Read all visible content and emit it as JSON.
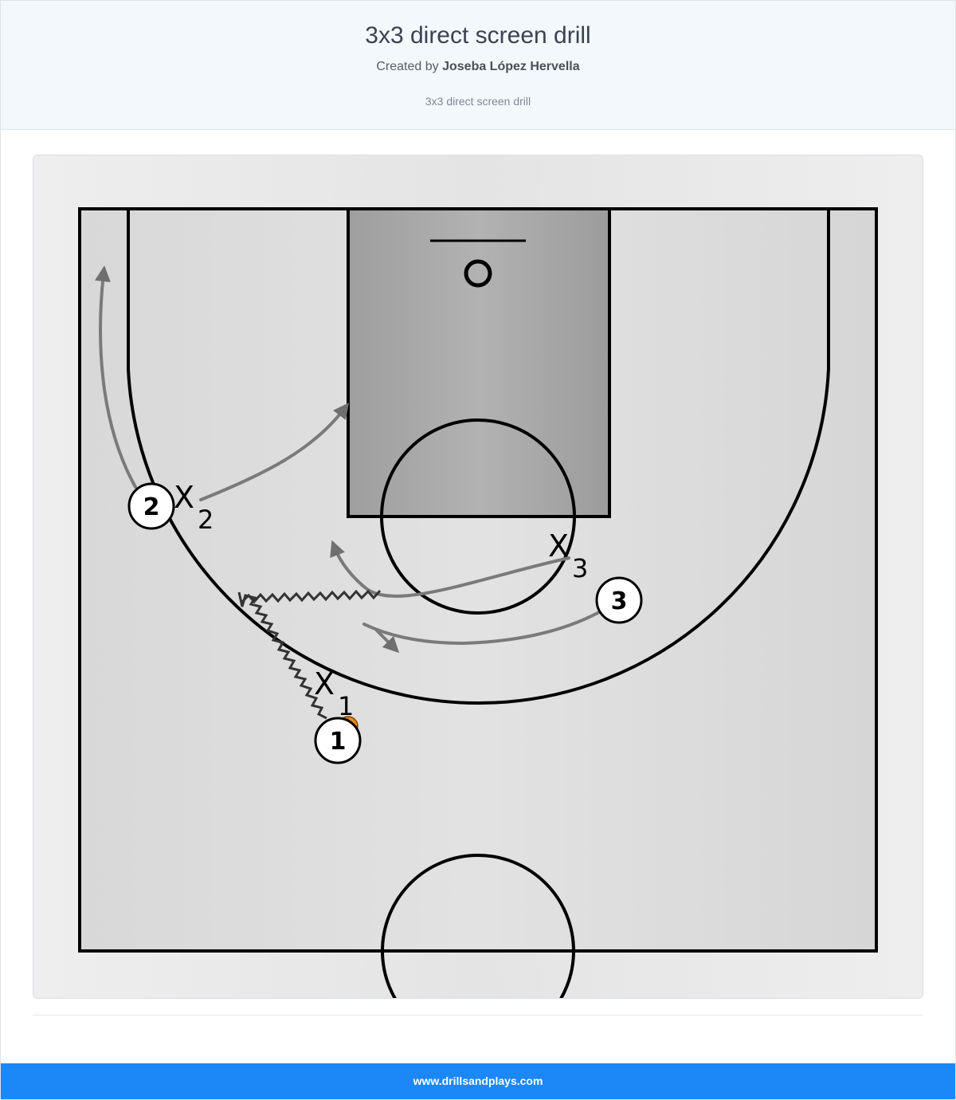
{
  "header": {
    "title": "3x3 direct screen drill",
    "created_by_prefix": "Created by",
    "author": "Joseba López Hervella",
    "subtitle": "3x3 direct screen drill"
  },
  "diagram": {
    "offense_players": [
      "1",
      "2",
      "3"
    ],
    "defense_players": [
      {
        "mark": "X",
        "number": "1"
      },
      {
        "mark": "X",
        "number": "2"
      },
      {
        "mark": "X",
        "number": "3"
      }
    ],
    "ball_holder": "1",
    "colors": {
      "court": "#dcdcdc",
      "paint": "#a9a9a9",
      "lines": "#000000",
      "movement_arrow": "#7a7a7a",
      "ball": "#e88a1a"
    }
  },
  "footer": {
    "site": "www.drillsandplays.com"
  }
}
